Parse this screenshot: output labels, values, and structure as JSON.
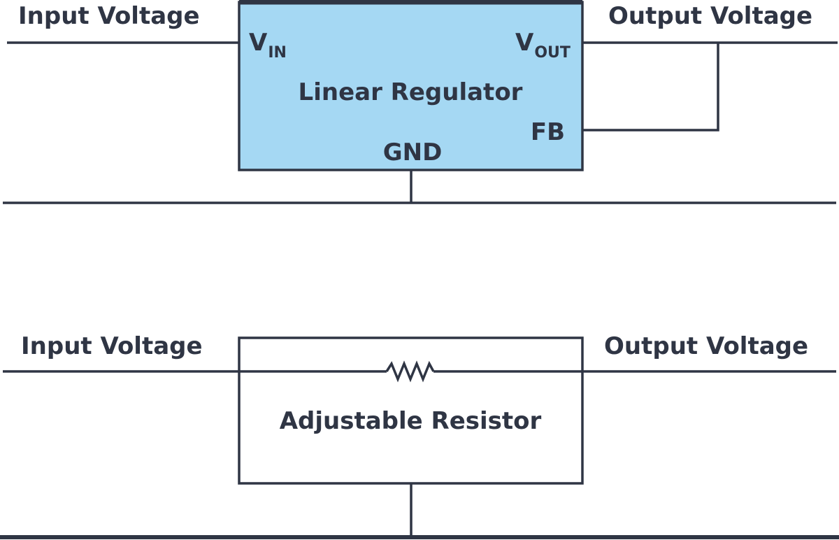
{
  "top_circuit": {
    "input_label": "Input Voltage",
    "output_label": "Output Voltage",
    "block_title": "Linear Regulator",
    "pin_vin_main": "V",
    "pin_vin_sub": "IN",
    "pin_vout_main": "V",
    "pin_vout_sub": "OUT",
    "pin_fb": "FB",
    "pin_gnd": "GND",
    "block_fill": "#a5d8f3"
  },
  "bottom_circuit": {
    "input_label": "Input Voltage",
    "output_label": "Output Voltage",
    "block_title": "Adjustable Resistor",
    "block_fill": "#ffffff"
  },
  "colors": {
    "line": "#2f3544",
    "text": "#2f3544",
    "background": "#ffffff"
  },
  "icons": {
    "resistor": "resistor-zigzag-icon"
  }
}
